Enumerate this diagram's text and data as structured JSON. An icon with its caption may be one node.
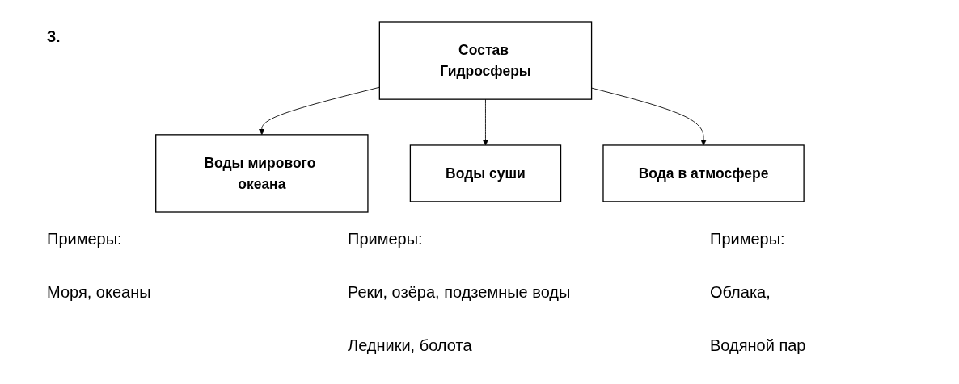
{
  "diagram": {
    "nodes": [
      {
        "text": [
          "Состав Гидросферы"
        ]
      },
      {
        "text": [
          "Воды мирового океана"
        ]
      },
      {
        "text": [
          "Воды суши"
        ]
      },
      {
        "text": [
          "Вода в атмосфере"
        ]
      }
    ],
    "edges": [
      {
        "from": 0,
        "to": 1,
        "arrow": "to"
      },
      {
        "from": 0,
        "to": 2,
        "arrow": "to"
      },
      {
        "from": 0,
        "to": 3,
        "arrow": "to"
      }
    ],
    "labels": [
      "3.",
      "Примеры:",
      "Примеры:",
      "Примеры:",
      "Моря, океаны",
      "Реки, озёра, подземные воды",
      "Облака,",
      "Ледники, болота",
      "Водяной пар"
    ]
  }
}
